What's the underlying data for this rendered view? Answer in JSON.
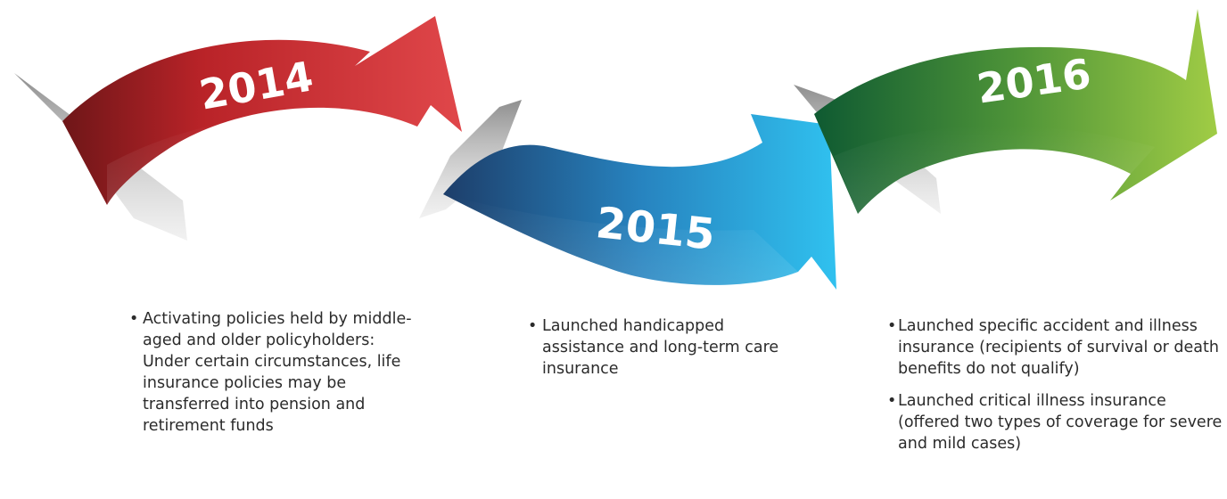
{
  "timeline": [
    {
      "year": "2014",
      "color": "#d6393b",
      "items": [
        "Activating policies held by middle-aged and older policyholders: Under certain circumstances, life insurance policies may be transferred into pension and retirement funds"
      ]
    },
    {
      "year": "2015",
      "color": "#2aa8da",
      "items": [
        "Launched handicapped assistance and long-term care insurance"
      ]
    },
    {
      "year": "2016",
      "color": "#6aa33a",
      "items": [
        "Launched specific accident and illness insurance (recipients of survival or death benefits do not qualify)",
        "Launched critical illness insurance (offered two types of coverage for severe and mild cases)"
      ]
    }
  ],
  "bullet_glyph": "•"
}
